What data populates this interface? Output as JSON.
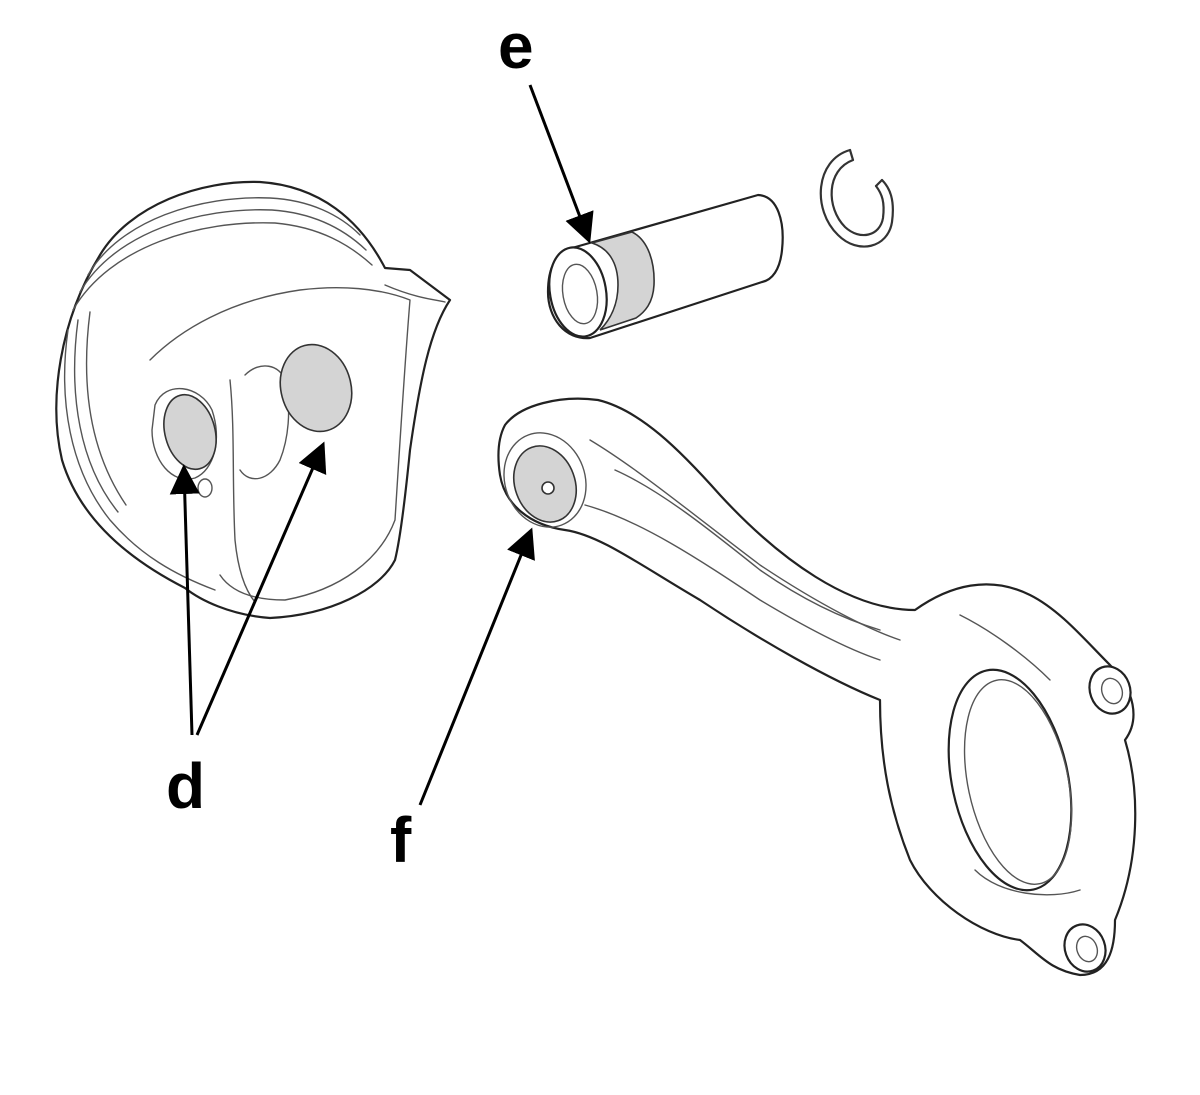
{
  "colors": {
    "background": "#ffffff",
    "line": "#222222",
    "shade": "#d4d4d4"
  },
  "callouts": {
    "d": "d",
    "e": "e",
    "f": "f"
  }
}
